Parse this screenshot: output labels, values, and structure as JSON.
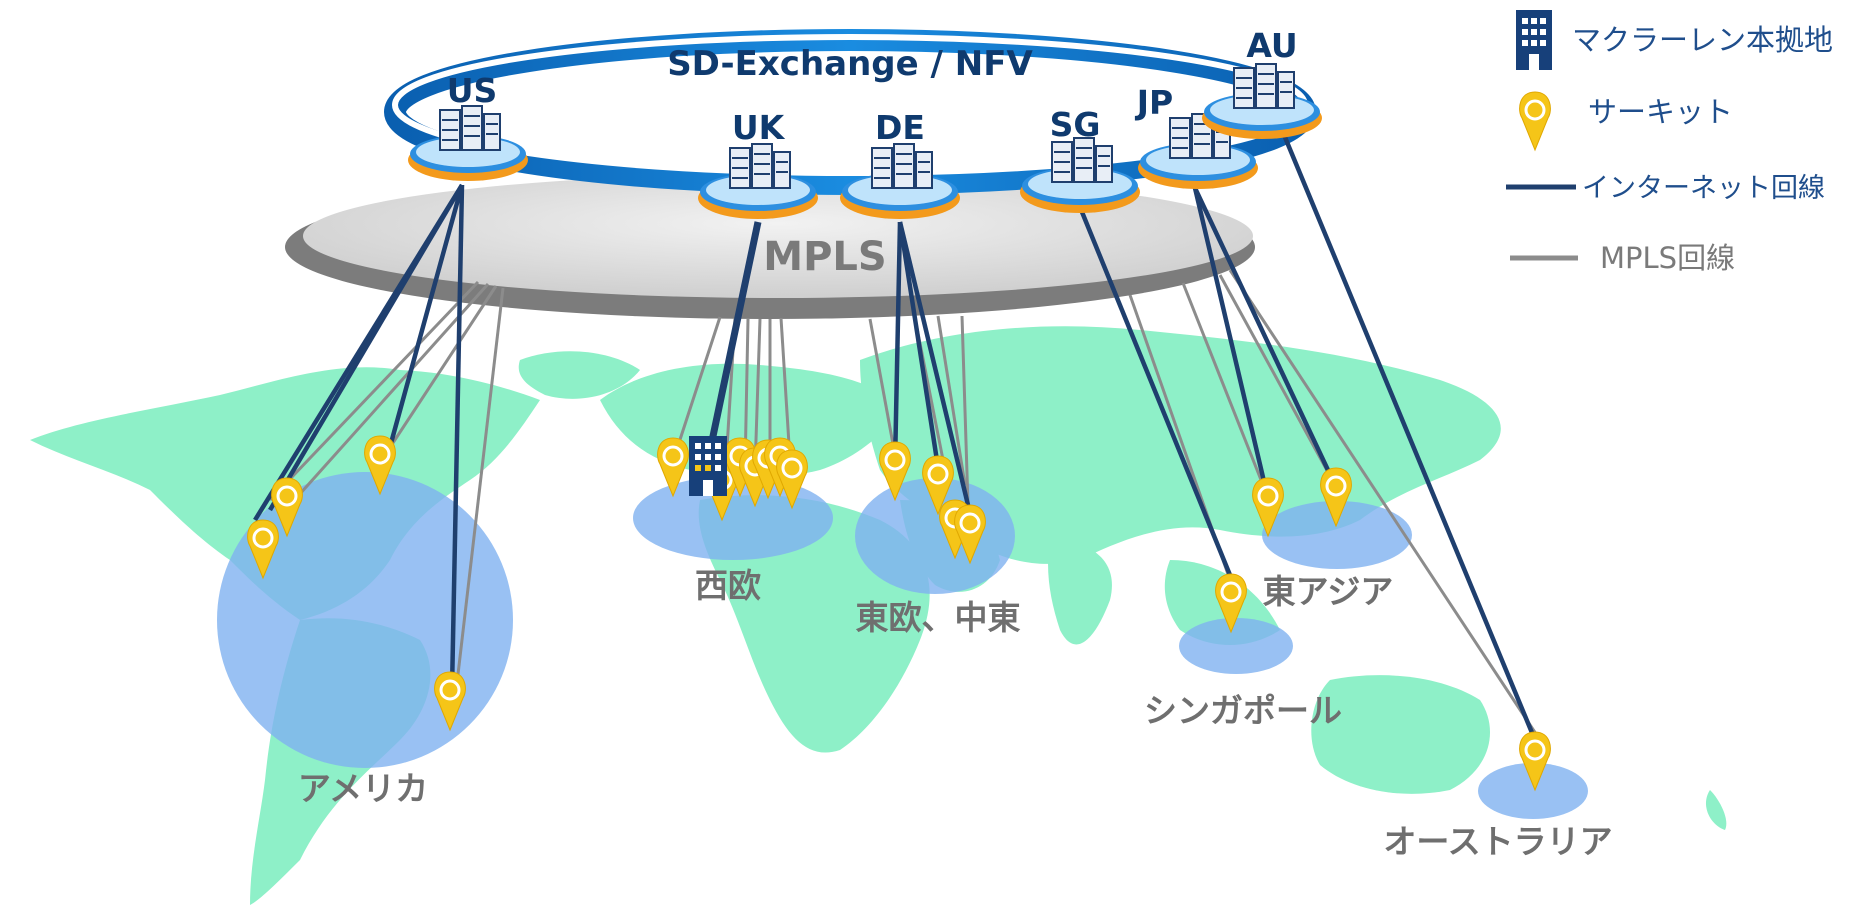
{
  "ring": {
    "title": "SD-Exchange / NFV"
  },
  "mpls": {
    "label": "MPLS"
  },
  "hubs": [
    {
      "code": "US"
    },
    {
      "code": "UK"
    },
    {
      "code": "DE"
    },
    {
      "code": "SG"
    },
    {
      "code": "JP"
    },
    {
      "code": "AU"
    }
  ],
  "regions": [
    {
      "label": "アメリカ"
    },
    {
      "label": "西欧"
    },
    {
      "label": "東欧、中東"
    },
    {
      "label": "東アジア"
    },
    {
      "label": "シンガポール"
    },
    {
      "label": "オーストラリア"
    }
  ],
  "legend": {
    "hq": "マクラーレン本拠地",
    "circuit": "サーキット",
    "internet": "インターネット回線",
    "mpls": "MPLS回線"
  },
  "colors": {
    "internet_line": "#1f3f6e",
    "mpls_line": "#8c8c8c",
    "ring_blue": "#0b72c4",
    "land": "#8ef0c8",
    "region_circle": "#7fb2f0",
    "pin": "#f5c518",
    "hq": "#17407a"
  }
}
